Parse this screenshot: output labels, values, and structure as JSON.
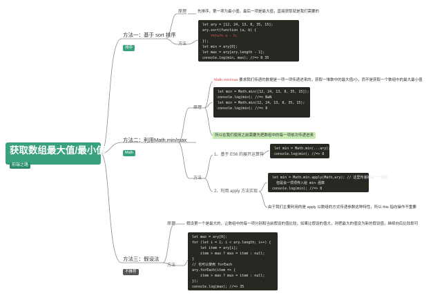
{
  "root": {
    "title": "获取数组最大值/最小值",
    "subtitle": "前端之路"
  },
  "m1": {
    "title": "方法一：基于 sort 排序",
    "tag": "排序",
    "principle_label": "原理",
    "principle_text": "先排序，第一项为最小值，最后一项是最大值，直接获取就是我们需要的",
    "method_label": "方法",
    "code": [
      "let ary = [12, 24, 13, 8, 35, 15];",
      "ary.sort(function (a, b) {",
      "    return a - b;",
      "});",
      "let min = ary[0];",
      "let max = ary[ary.length - 1];",
      "console.log(min, max); //=> 8 35"
    ]
  },
  "m2": {
    "title": "方法二：利用Math.min/max",
    "tag": "Math",
    "principle_label": "原理",
    "principle_prefix": "Math.min/max",
    "principle_text": "要求我们传递的数据是一项一项传递进来的，获取一堆数中的最大值/小，而不是获取一个数组中的最大最小值",
    "code1": [
      "let min = Math.min([12, 24, 13, 8, 35, 15]);",
      "console.log(min); //=> NaN",
      "",
      "let min = Math.min(12, 24, 13, 8, 35, 15);",
      "console.log(min); //=> 8"
    ],
    "highlight": "所以在我们使用之前需要先把数组中的每一项依次传递进来",
    "method_label": "方法",
    "sub1_label": "1、基于 ES6 的展开运算符",
    "sub1_code": [
      "let min = Math.min(...ary);",
      "console.log(min); //=> 8"
    ],
    "sub2_label": "2、利用 apply 方法实现",
    "sub2_code": [
      "let min = Math.min.apply(Math,ary); // 这里传递的是一个数组",
      "  但是会一项项传入给 min 函数",
      "console.log(min); //=> 8"
    ],
    "sub2_note": "由于我们主要利用的是 apply 以数组的方式传递参数这种特性，所以 this 指向操作不重要"
  },
  "m3": {
    "title": "方法三：假设法",
    "tag": "不推荐",
    "principle_label": "原理",
    "principle_text": "假设第一个是最大的，让数组中的每一项分别和当前假设的值比较，如果比假设的值大，则把最大的值设为新的假设值，继续向后比较即可",
    "method_label": "方法",
    "code": [
      "let max = ary[0];",
      "for (let i = 1; i < ary.length; i++) {",
      "    let item = ary[i];",
      "    item > max ? max = item : null;",
      "}",
      "// 也可以使用 forEach",
      "ary.forEach(item => {",
      "    item > max ? max = item : null;",
      "});",
      "console.log(max); //=> 35"
    ]
  },
  "colors": {
    "root": "#3aa17e",
    "line": "#8a8a8a",
    "code_bg": "#272822",
    "highlight": "#c7eab5"
  }
}
